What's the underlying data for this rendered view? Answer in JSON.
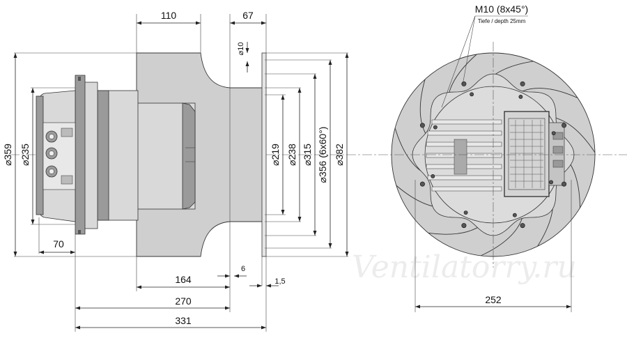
{
  "watermark": "Ventilatorry.ru",
  "side_view": {
    "dims": {
      "d359": "⌀359",
      "d235": "⌀235",
      "w110": "110",
      "w67": "67",
      "d10": "⌀10",
      "d219": "⌀219",
      "d238": "⌀238",
      "d315": "⌀315",
      "d356": "⌀356 (6x60°)",
      "d382": "⌀382",
      "w70": "70",
      "w164": "164",
      "w6": "6",
      "w1_5": "1,5",
      "w270": "270",
      "w331": "331"
    }
  },
  "front_view": {
    "thread_label": "M10 (8x45°)",
    "depth_label": "Tiefe / depth 25mm",
    "width_label": "252"
  }
}
